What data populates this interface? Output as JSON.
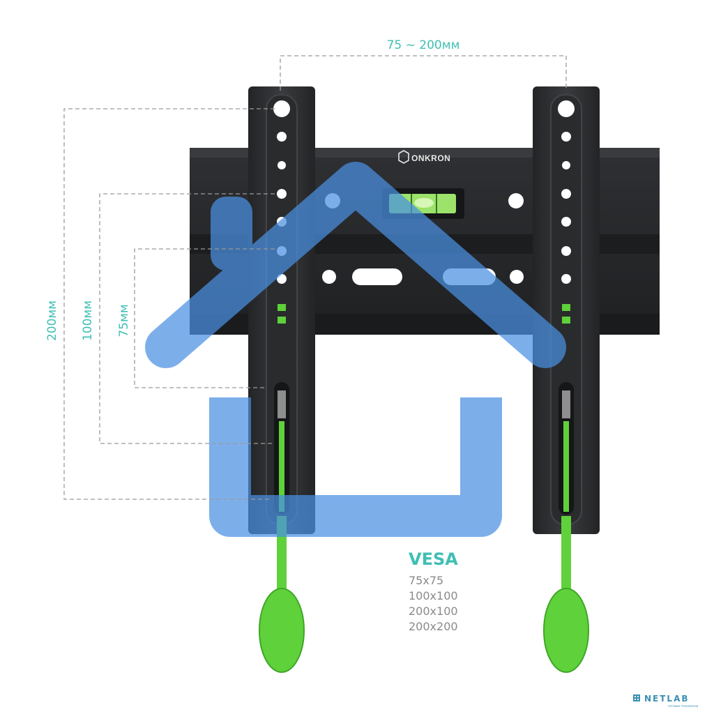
{
  "dimensions": {
    "width_label": "75 ~ 200мм",
    "height_200": "200мм",
    "height_100": "100мм",
    "height_75": "75мм"
  },
  "product": {
    "brand": "ONKRON",
    "vesa_title": "VESA",
    "vesa_sizes": [
      "75x75",
      "100x100",
      "200x100",
      "200x200"
    ]
  },
  "watermark": {
    "name": "NETLAB",
    "tagline": "сетевые технологии"
  },
  "colors": {
    "accent_teal": "#3fbfb4",
    "bracket_black": "#2b2c2e",
    "overlay_blue": "#4a90e2",
    "strap_green": "#5fd13a"
  }
}
